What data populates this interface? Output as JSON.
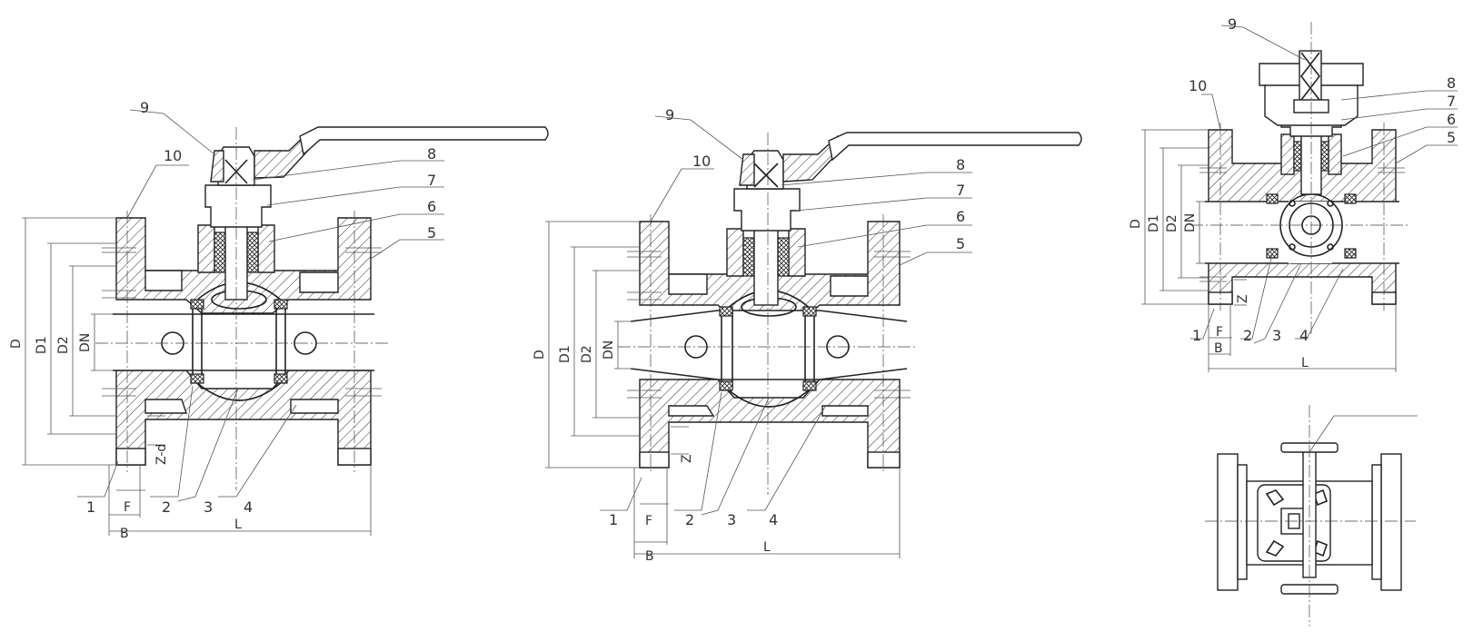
{
  "drawing": {
    "part_numbers": [
      "1",
      "2",
      "3",
      "4",
      "5",
      "6",
      "7",
      "8",
      "9",
      "10"
    ],
    "dimension_labels": {
      "outer_diameter": "D",
      "bolt_circle": "D1",
      "raised_face": "D2",
      "nominal": "DN",
      "length": "L",
      "flange_thickness": "B",
      "face_height": "F",
      "bolt_holes": "Z-d",
      "bolt_holes_short": "Z"
    }
  }
}
